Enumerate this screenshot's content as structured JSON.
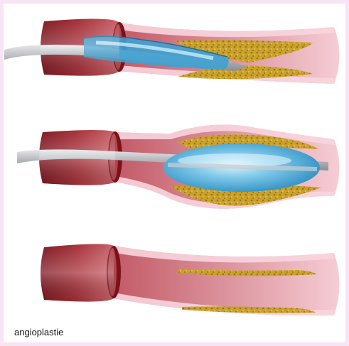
{
  "caption": "angioplastie",
  "panels": [
    {
      "stage": "catheter-inserted"
    },
    {
      "stage": "balloon-inflated"
    },
    {
      "stage": "vessel-widened"
    }
  ],
  "colors": {
    "frame": "#f7e4f4",
    "vessel_wall_dark": "#8e1e26",
    "vessel_wall": "#c65a63",
    "vessel_lumen": "#f2c0c8",
    "intima": "#f9d3de",
    "plaque": "#c8a12a",
    "plaque_dark": "#9c7a14",
    "balloon": "#4aa9d6",
    "balloon_light": "#bfe6f7",
    "catheter": "#b9bcc0"
  }
}
